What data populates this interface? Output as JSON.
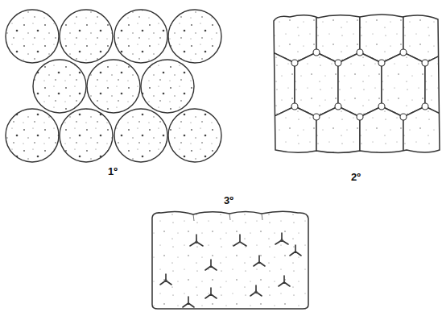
{
  "diagram": {
    "labels": [
      "1º",
      "2º",
      "3º"
    ]
  }
}
